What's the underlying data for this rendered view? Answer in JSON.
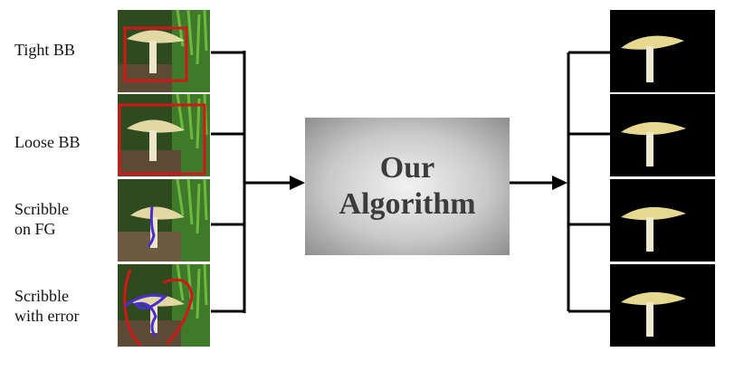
{
  "inputs": [
    {
      "label": "Tight BB",
      "annotation": "tight-bounding-box"
    },
    {
      "label": "Loose BB",
      "annotation": "loose-bounding-box"
    },
    {
      "label": "Scribble\non FG",
      "annotation": "foreground-scribble"
    },
    {
      "label": "Scribble\nwith error",
      "annotation": "erroneous-scribble"
    }
  ],
  "algorithm": {
    "label": "Our\nAlgorithm"
  },
  "outputs_count": 4,
  "colors": {
    "bounding_box": "#d01818",
    "scribble": "#4a2fd0",
    "line": "#000000",
    "output_bg": "#000000"
  }
}
